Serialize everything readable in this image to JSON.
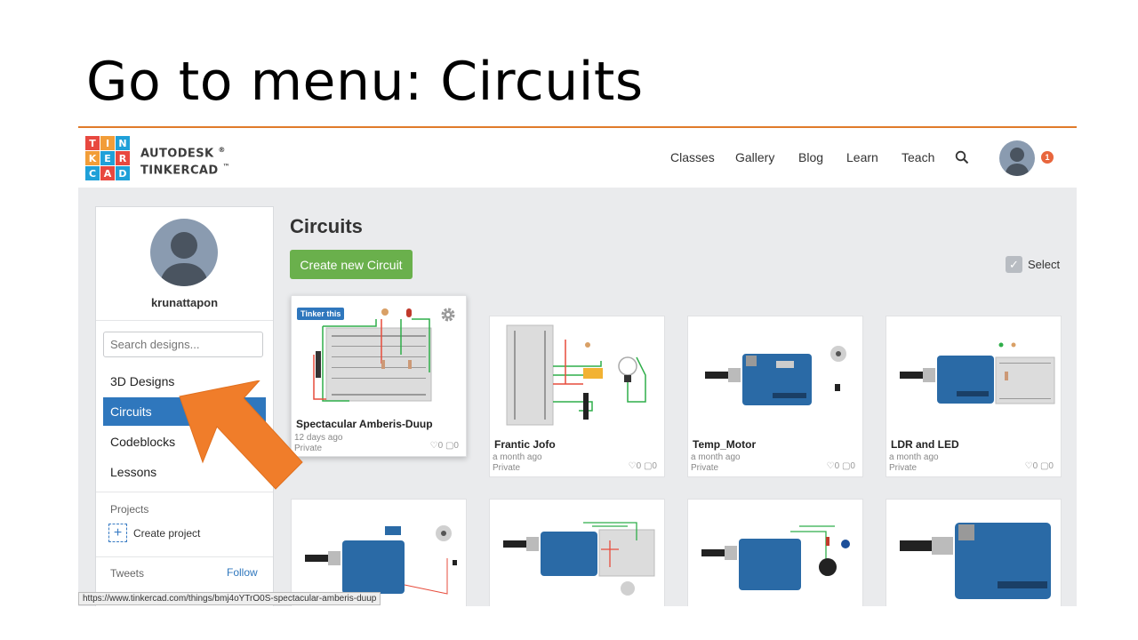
{
  "slide": {
    "title": "Go to menu: Circuits"
  },
  "brand": {
    "letters": [
      "T",
      "I",
      "N",
      "K",
      "E",
      "R",
      "C",
      "A",
      "D"
    ],
    "line1": "AUTODESK",
    "line2": "TINKERCAD",
    "mark1": "®",
    "mark2": "™"
  },
  "nav": {
    "items": [
      "Classes",
      "Gallery",
      "Blog",
      "Learn",
      "Teach"
    ],
    "notification_count": "1"
  },
  "sidebar": {
    "username": "krunattapon",
    "search_placeholder": "Search designs...",
    "menu": [
      "3D Designs",
      "Circuits",
      "Codeblocks",
      "Lessons"
    ],
    "active": "Circuits",
    "projects_label": "Projects",
    "create_project": "Create project",
    "tweets_label": "Tweets",
    "follow": "Follow"
  },
  "main": {
    "title": "Circuits",
    "create_button": "Create new Circuit",
    "select_label": "Select",
    "tinker_this": "Tinker this",
    "cards": [
      {
        "title": "Spectacular Amberis-Duup",
        "date": "12 days ago",
        "privacy": "Private",
        "likes": "♡0 ▢0"
      },
      {
        "title": "Frantic Jofo",
        "date": "a month ago",
        "privacy": "Private",
        "likes": "♡0 ▢0"
      },
      {
        "title": "Temp_Motor",
        "date": "a month ago",
        "privacy": "Private",
        "likes": "♡0 ▢0"
      },
      {
        "title": "LDR and LED",
        "date": "a month ago",
        "privacy": "Private",
        "likes": "♡0 ▢0"
      }
    ]
  },
  "status_url": "https://www.tinkercad.com/things/bmj4oYTrO0S-spectacular-amberis-duup",
  "colors": {
    "accent": "#e07b2a",
    "active_menu": "#2f77bd",
    "create_button": "#6ab04c",
    "arrow": "#f07d2a"
  }
}
